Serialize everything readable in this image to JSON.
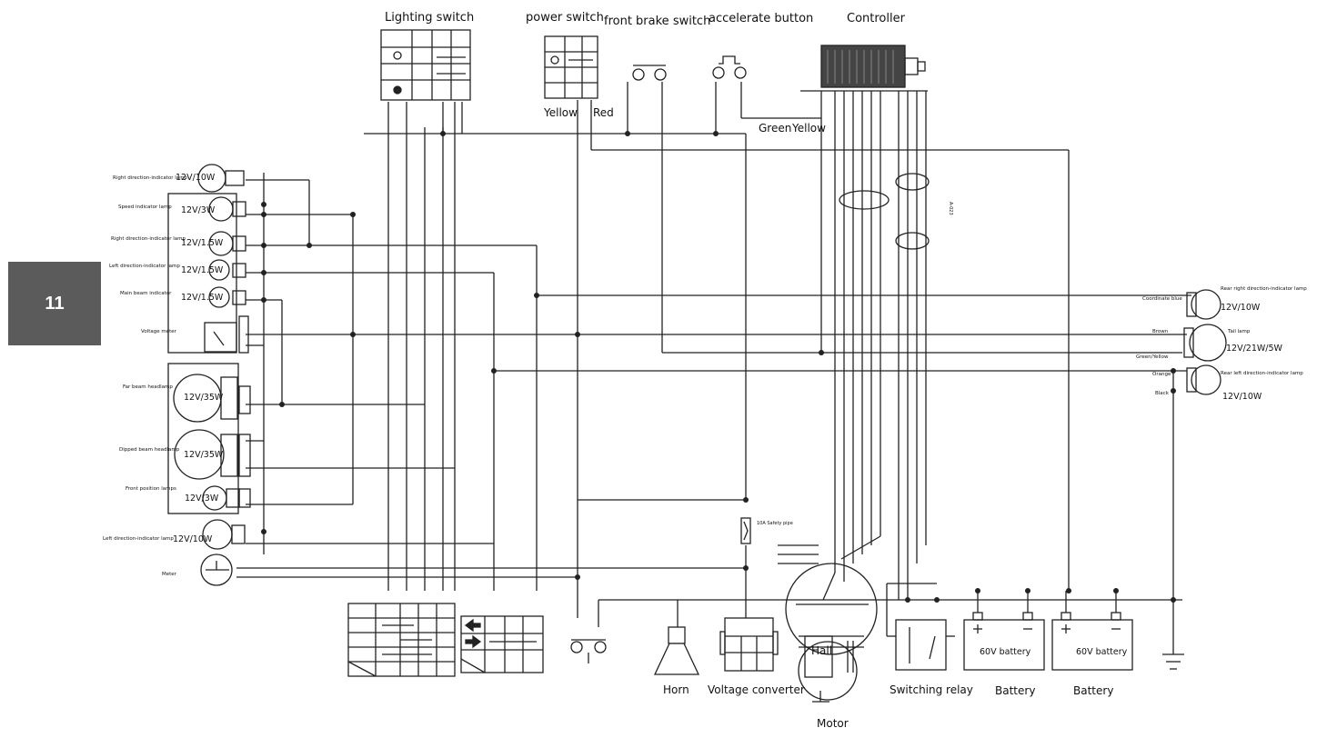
{
  "page_number": "11",
  "titles": {
    "lighting_switch": "Lighting switch",
    "power_switch": "power switch",
    "front_brake_switch": "front brake switch",
    "accelerate_button": "accelerate button",
    "controller": "Controller"
  },
  "wire_labels": {
    "yellow": "Yellow",
    "red": "Red",
    "green": "Green",
    "yellow2": "Yellow"
  },
  "left_lamps": [
    {
      "name": "Right direction-indicator lamp",
      "rating": "12V/10W"
    },
    {
      "name": "Speed indicator lamp",
      "rating": "12V/3W"
    },
    {
      "name": "Right direction-indicator lamp",
      "rating": "12V/1.5W"
    },
    {
      "name": "Left direction-indicator lamp",
      "rating": "12V/1.5W"
    },
    {
      "name": "Main beam indicator",
      "rating": "12V/1.5W"
    }
  ],
  "voltage_meter": "Voltage meter",
  "headlamps": [
    {
      "name": "Far beam headlamp",
      "rating": "12V/35W"
    },
    {
      "name": "Dipped beam headlamp",
      "rating": "12V/35W"
    },
    {
      "name": "Front position lamps",
      "rating": "12V/3W"
    }
  ],
  "left_rear_lamp": {
    "name": "Left direction-indicator lamp",
    "rating": "12V/10W"
  },
  "meter": "Meter",
  "right_lamps": [
    {
      "name": "Rear right direction-indicator lamp",
      "rating": "12V/10W"
    },
    {
      "name": "Tail lamp",
      "rating": "12V/21W/5W"
    },
    {
      "name": "Rear left direction-indicator lamp",
      "rating": "12V/10W"
    }
  ],
  "right_wires": [
    "Coordinate blue",
    "Brown",
    "Green/Yellow",
    "Orange",
    "Black"
  ],
  "fuse": "10A Safety pipe",
  "bottom_labels": {
    "horn": "Horn",
    "voltage_converter": "Voltage converter",
    "motor": "Motor",
    "hall": "Hall",
    "switching_relay": "Switching relay",
    "battery_1": "Battery",
    "battery_2": "Battery",
    "battery_60v_1": "60V battery",
    "battery_60v_2": "60V battery"
  },
  "vertical_code": "A-023"
}
